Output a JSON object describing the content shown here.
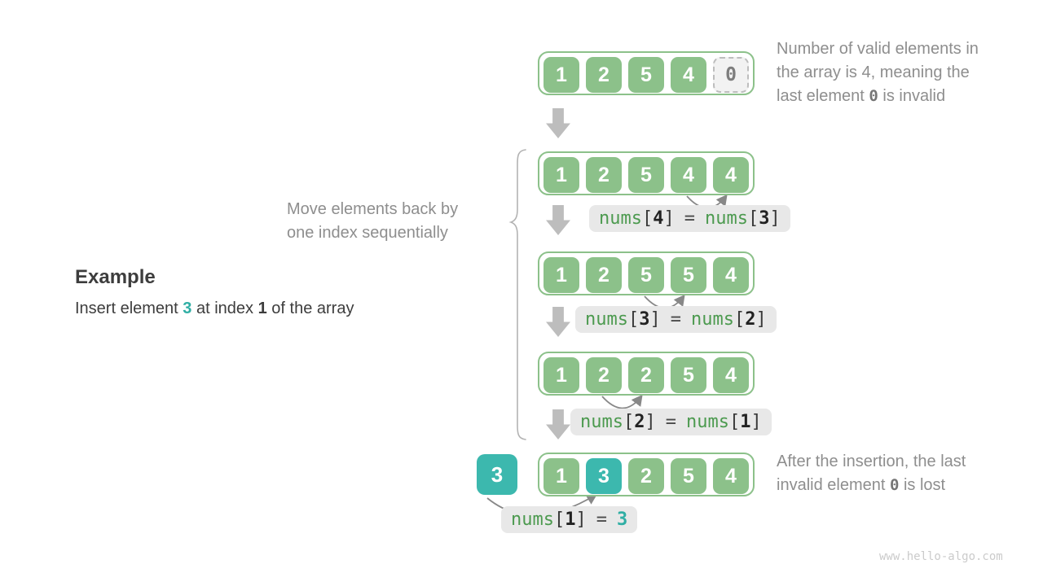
{
  "palette": {
    "green": "#8cc18a",
    "teal": "#3cb8ae",
    "teal_text": "#2fae a4",
    "label_bg": "#e8e8e8",
    "invalid_bg": "#f2f2f2",
    "invalid_border": "#bdbdbd",
    "invalid_text": "#7d7d7d",
    "gray_text": "#8e8e8e",
    "dark_text": "#3d3d3d",
    "mono_green": "#4c9a4f",
    "mono_dark": "#3a3a3a",
    "idx_dark": "#222222",
    "arrow_gray": "#bdbdbd",
    "curve_gray": "#888888",
    "brace_gray": "#b3b3b3",
    "watermark": "#cbcbcb"
  },
  "example": {
    "heading": "Example",
    "pre": "Insert element ",
    "value": "3",
    "mid": " at index ",
    "index": "1",
    "post": " of the array"
  },
  "notes": {
    "top_right": {
      "line1": "Number of valid elements in",
      "line2": "the array is 4, meaning the",
      "line3_pre": "last element ",
      "code": "0",
      "line3_post": " is invalid"
    },
    "move": {
      "line1": "Move elements back by",
      "line2": "one index sequentially"
    },
    "bottom_right": {
      "line1": "After the insertion, the last",
      "line2_pre": "invalid element ",
      "code": "0",
      "line2_post": " is lost"
    }
  },
  "inserted_value": "3",
  "arrays": [
    {
      "cells": [
        "1",
        "2",
        "5",
        "4",
        "0"
      ]
    },
    {
      "cells": [
        "1",
        "2",
        "5",
        "4",
        "4"
      ]
    },
    {
      "cells": [
        "1",
        "2",
        "5",
        "5",
        "4"
      ]
    },
    {
      "cells": [
        "1",
        "2",
        "2",
        "5",
        "4"
      ]
    },
    {
      "cells": [
        "1",
        "3",
        "2",
        "5",
        "4"
      ]
    }
  ],
  "labels": [
    {
      "fn": "nums",
      "idx": "4",
      "rfn": "nums",
      "ridx": "3"
    },
    {
      "fn": "nums",
      "idx": "3",
      "rfn": "nums",
      "ridx": "2"
    },
    {
      "fn": "nums",
      "idx": "2",
      "rfn": "nums",
      "ridx": "1"
    },
    {
      "fn": "nums",
      "idx": "1",
      "value": "3"
    }
  ],
  "glyphs": {
    "ob": "[",
    "cb": "]",
    "eq": "="
  },
  "watermark": "www.hello-algo.com"
}
